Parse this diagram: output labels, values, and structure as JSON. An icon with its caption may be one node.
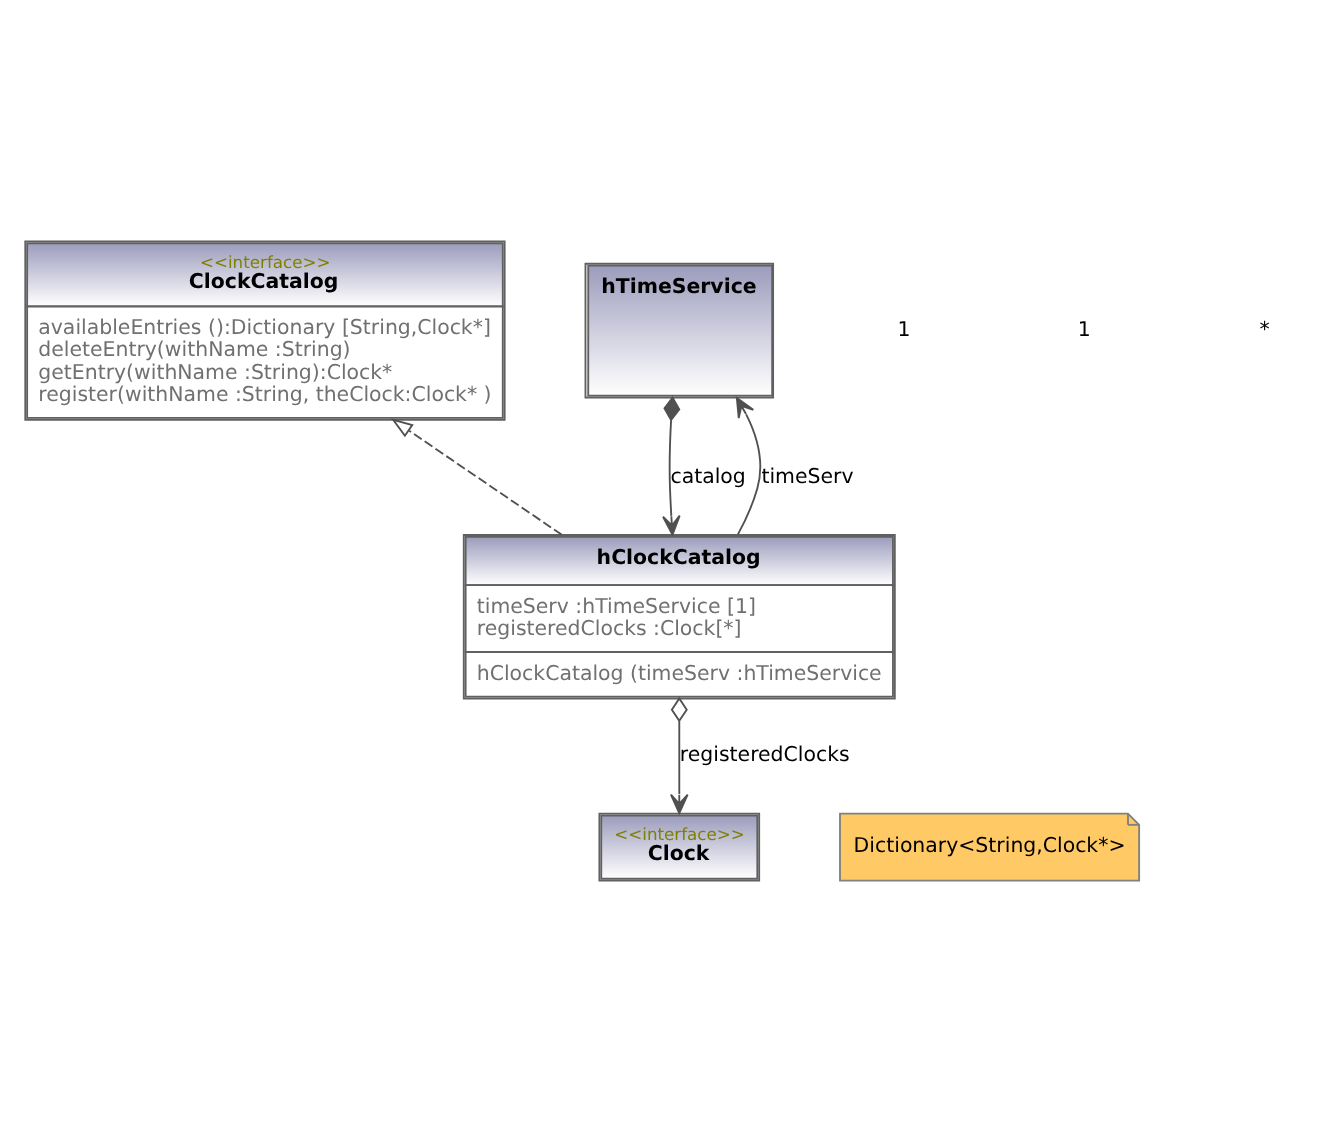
{
  "diagram": {
    "nodes": [
      {
        "text": [
          "<<interface>>",
          "ClockCatalog",
          "availableEntries ():Dictionary [String,Clock*]",
          "deleteEntry(withName :String)",
          "getEntry(withName :String):Clock*",
          "register(withName :String, theClock:Clock* )"
        ]
      },
      {
        "text": [
          "hTimeService"
        ]
      },
      {
        "text": [
          "hClockCatalog",
          "timeServ :hTimeService [1]",
          "registeredClocks :Clock[*]",
          "hClockCatalog (timeServ :hTimeService"
        ]
      },
      {
        "text": [
          "Dictionary<String,Clock*>"
        ]
      },
      {
        "text": [
          "<<interface>>",
          "Clock"
        ]
      }
    ],
    "edges": [
      {
        "from": 2,
        "to": 0,
        "arrow": "to",
        "style": "dashed"
      },
      {
        "from": 1,
        "to": 2,
        "arrow": "to",
        "label": "catalog"
      },
      {
        "from": 2,
        "to": 1,
        "arrow": "to",
        "label": "timeServ"
      },
      {
        "from": 2,
        "to": 4,
        "arrow": "to",
        "label": "registeredClocks"
      }
    ],
    "labels": [
      "1",
      "1",
      "*"
    ]
  }
}
